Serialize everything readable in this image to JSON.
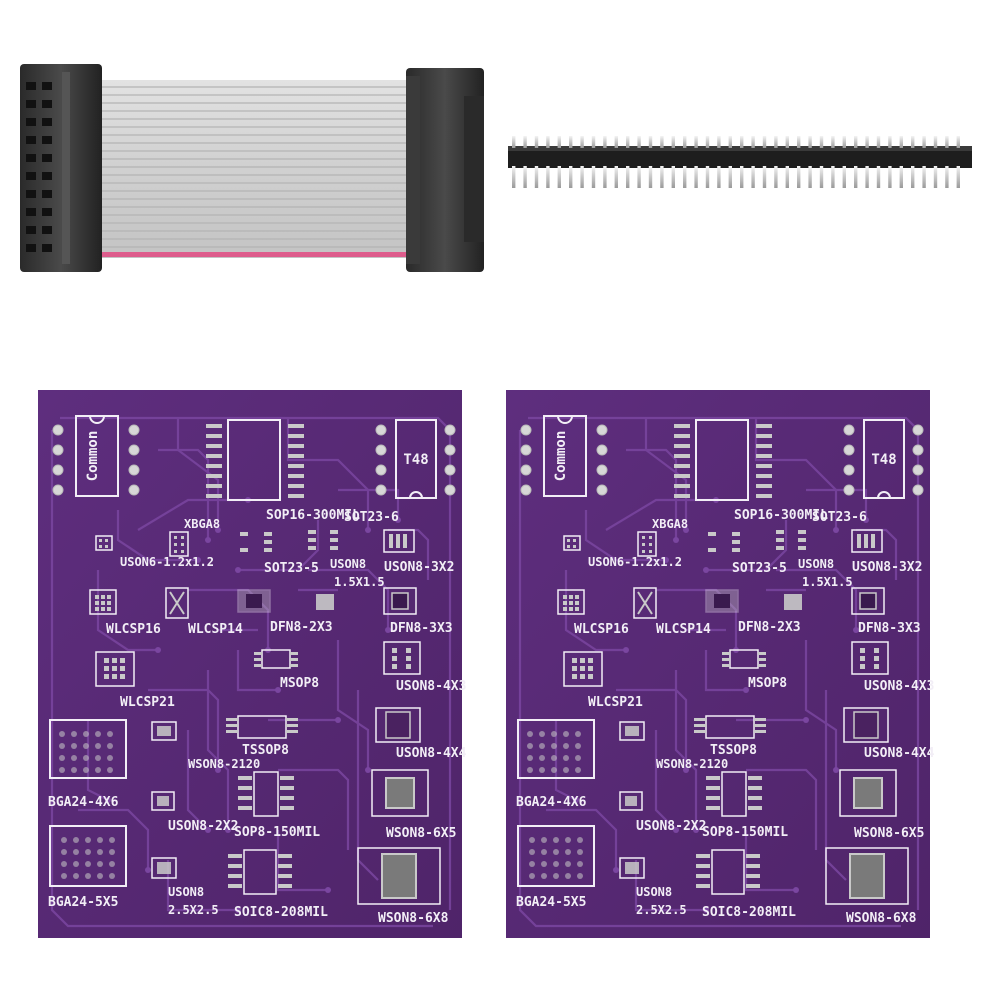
{
  "colors": {
    "background": "#ffffff",
    "pcb": "#5b2c7a",
    "trace": "#6e3a90",
    "silkscreen": "#f2eef6",
    "pad": "#c9c9c9",
    "cable": "#d8d8d8",
    "connector": "#333333",
    "cable_stripe": "#e6397a"
  },
  "board": {
    "common_label": "Common",
    "t48_label": "T48",
    "labels": [
      "XBGA8",
      "SOP16-300MIL",
      "SOT23-6",
      "USON6-1.2x1.2",
      "SOT23-5",
      "USON8",
      "1.5X1.5",
      "USON8-3X2",
      "WLCSP16",
      "WLCSP14",
      "DFN8-2X3",
      "DFN8-3X3",
      "MSOP8",
      "USON8-4X3",
      "WLCSP21",
      "TSSOP8",
      "USON8-4X4",
      "WSON8-2120",
      "BGA24-4X6",
      "USON8-2X2",
      "SOP8-150MIL",
      "WSON8-6X5",
      "BGA24-5X5",
      "USON8",
      "2.5X2.5",
      "SOIC8-208MIL",
      "WSON8-6X8"
    ]
  }
}
